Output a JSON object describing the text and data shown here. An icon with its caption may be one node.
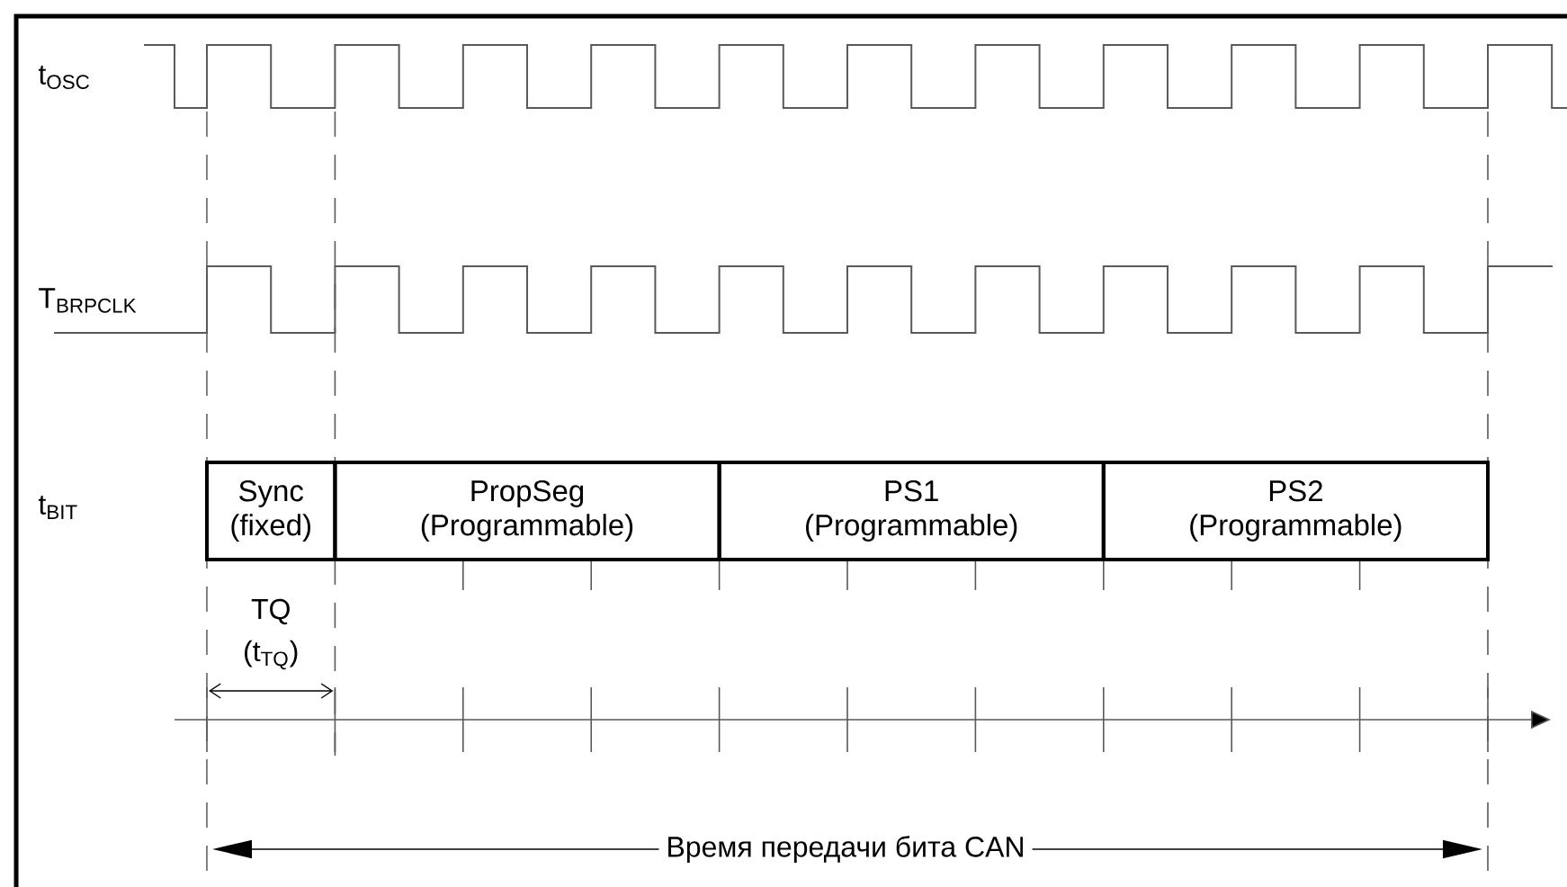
{
  "diagram": {
    "nodes": [
      {
        "text": [
          "Sync (fixed)"
        ]
      },
      {
        "text": [
          "PropSeg (Programmable)"
        ]
      },
      {
        "text": [
          "PS1 (Programmable)"
        ]
      },
      {
        "text": [
          "PS2 (Programmable)"
        ]
      }
    ],
    "labels": [
      "t$_{OSC}$",
      "T$_{BRPCLK}$",
      "t$_{BIT}$",
      "TQ",
      "(t$_{TQ}$)",
      "Время передачи бита CAN"
    ]
  }
}
